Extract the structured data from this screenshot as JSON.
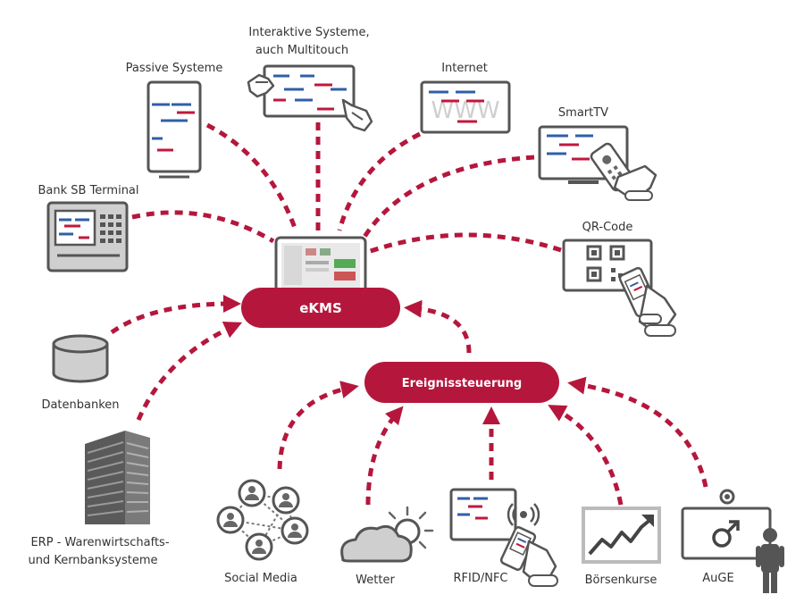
{
  "hubs": {
    "ekms": "eKMS",
    "ereignis": "Ereignissteuerung"
  },
  "nodes": {
    "passive": "Passive Systeme",
    "interaktiv_1": "Interaktive Systeme,",
    "interaktiv_2": "auch Multitouch",
    "internet": "Internet",
    "internet_watermark": "WWW",
    "smarttv": "SmartTV",
    "bank": "Bank SB Terminal",
    "qrcode": "QR-Code",
    "datenbanken": "Datenbanken",
    "erp_1": "ERP - Warenwirtschafts-",
    "erp_2": "und Kernbanksysteme",
    "social": "Social Media",
    "wetter": "Wetter",
    "rfid": "RFID/NFC",
    "boerse": "Börsenkurse",
    "auge": "AuGE"
  },
  "colors": {
    "accent": "#b5173c",
    "device_stroke": "#555555",
    "line_blue": "#2f5fa8",
    "line_red": "#c0183e",
    "label": "#333333"
  },
  "icons": [
    "tablet-icon",
    "display-stand-icon",
    "touch-screen-icon",
    "browser-window-icon",
    "tv-remote-icon",
    "atm-icon",
    "qr-phone-icon",
    "database-icon",
    "office-building-icon",
    "social-network-icon",
    "weather-icon",
    "rfid-phone-icon",
    "stock-chart-icon",
    "male-sign-screen-icon"
  ]
}
